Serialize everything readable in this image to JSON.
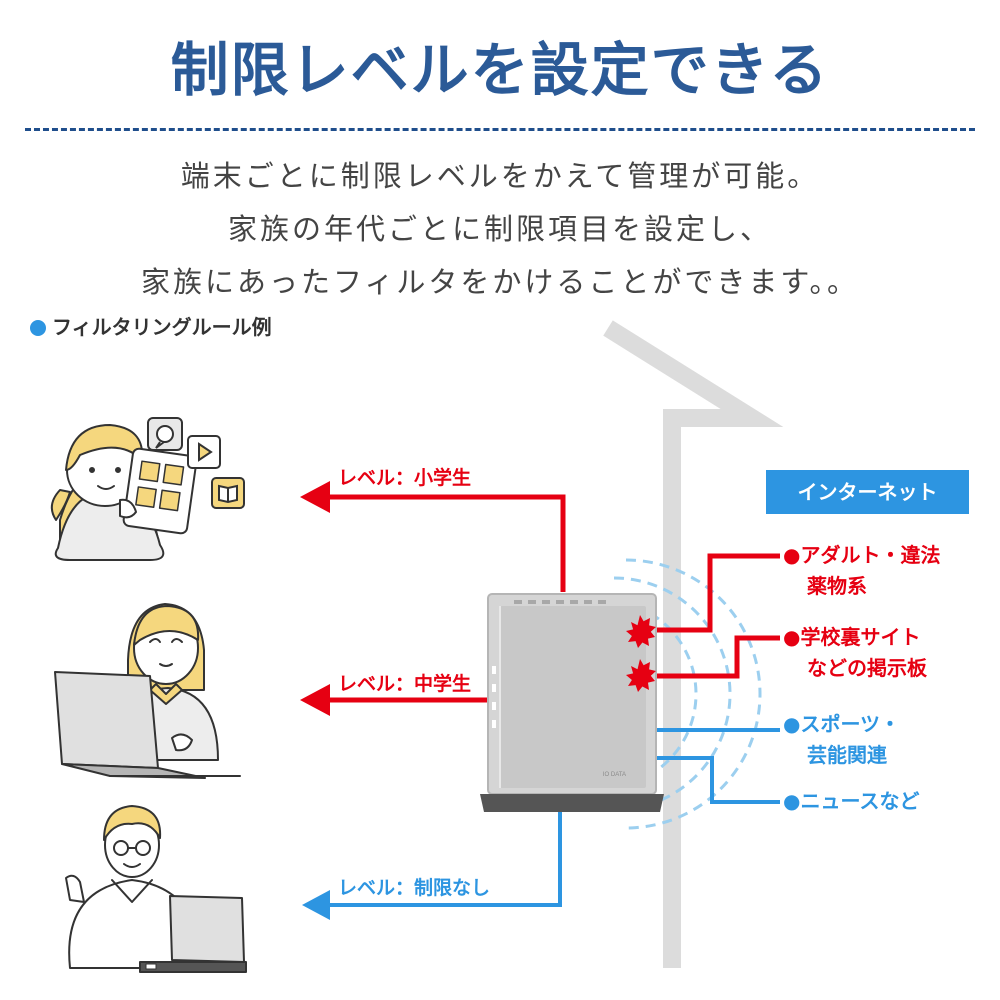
{
  "title": "制限レベルを設定できる",
  "intro": {
    "line1": "端末ごとに制限レベルをかえて管理が可能。",
    "line2": "家族の年代ごとに制限項目を設定し、",
    "line3": "家族にあったフィルタをかけることができます。。"
  },
  "section_label": "フィルタリングルール例",
  "internet_label": "インターネット",
  "router_brand": "IO DATA",
  "levels": [
    {
      "label": "レベル：小学生"
    },
    {
      "label": "レベル：中学生"
    },
    {
      "label": "レベル：制限なし"
    }
  ],
  "categories": [
    {
      "line1": "●アダルト・違法",
      "line2": "薬物系",
      "status": "blocked"
    },
    {
      "line1": "●学校裏サイト",
      "line2": "などの掲示板",
      "status": "blocked"
    },
    {
      "line1": "●スポーツ・",
      "line2": "芸能関連",
      "status": "allowed"
    },
    {
      "line1": "●ニュースなど",
      "line2": "",
      "status": "allowed"
    }
  ],
  "icons": [
    "chat-bubble-icon",
    "play-icon",
    "book-icon",
    "tablet-icon",
    "laptop-icon",
    "router-icon",
    "starburst-icon",
    "house-outline-icon",
    "wifi-signal-icon"
  ],
  "colors": {
    "title": "#2b5a97",
    "divider": "#1f4e8c",
    "text": "#444444",
    "blocked": "#e60012",
    "allowed": "#2d95e1",
    "internet_box": "#2d95e1",
    "house_outline": "#dcdcdc",
    "hair": "#f5d77e"
  }
}
